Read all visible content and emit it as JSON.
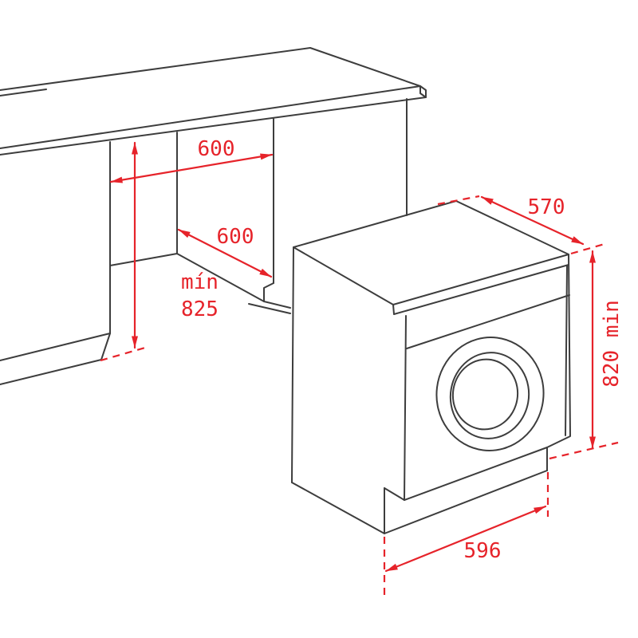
{
  "page": {
    "background": "#ffffff"
  },
  "diagram": {
    "type": "technical installation diagram",
    "subject": "Built-in washing machine and cabinet niche installation dimensions",
    "line_color": "#3d3d3d",
    "dimension_color": "#e6232a",
    "labels": {
      "niche_width": "600",
      "niche_depth": "600",
      "niche_height_line1": "mín",
      "niche_height_line2": "825",
      "machine_depth": "570",
      "machine_height": "820 min",
      "machine_width": "596"
    },
    "measurements": [
      {
        "name": "cabinet niche width",
        "value": 600
      },
      {
        "name": "cabinet niche depth",
        "value": 600
      },
      {
        "name": "cabinet niche height",
        "value": 825,
        "qualifier": "mín"
      },
      {
        "name": "machine depth",
        "value": 570
      },
      {
        "name": "machine height",
        "value": 820,
        "qualifier": "min"
      },
      {
        "name": "machine width",
        "value": 596
      }
    ]
  }
}
